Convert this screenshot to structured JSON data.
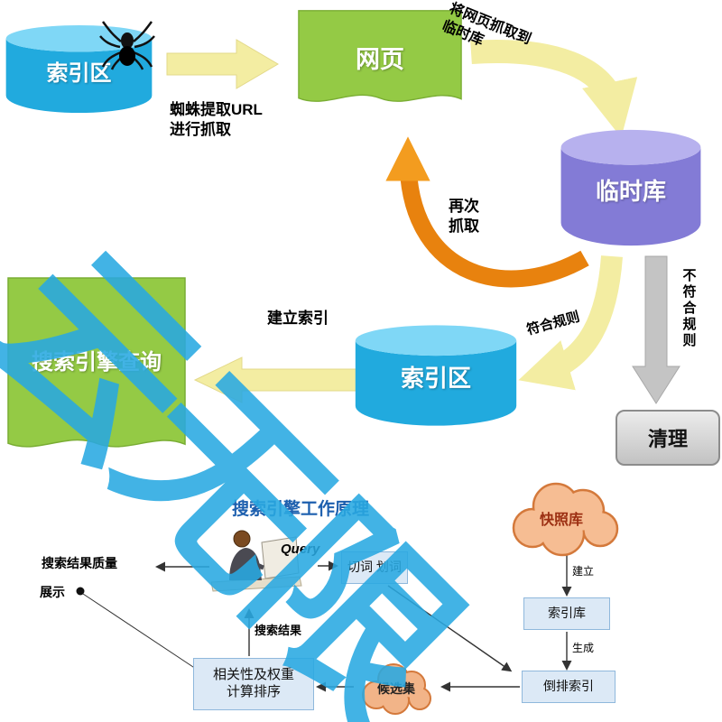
{
  "watermark": {
    "text": "云无限",
    "color": "#29a9e2"
  },
  "palette": {
    "cylinder_blue": "#21aade",
    "cylinder_purple": "#837bd6",
    "doc_green": "#94ca45",
    "arrow_yellow": "#f3eda2",
    "arrow_orange": "#e8820e",
    "arrow_gray": "#c4c4c4",
    "cloud_salmon": "#f6bd93",
    "box_blue_bg": "#dce9f6"
  },
  "top": {
    "index_db_left": "索引区",
    "webpage": "网页",
    "temp_db": "临时库",
    "index_db_mid": "索引区",
    "search_query_doc": "搜索引擎查询",
    "clean": "清理",
    "crawl_line1": "将网页抓取到",
    "crawl_line2": "临时库",
    "spider_line1": "蜘蛛提取URL",
    "spider_line2": "进行抓取",
    "recrawl": "再次抓取",
    "match_rule": "符合规则",
    "not_match_rule": "不符合规则",
    "build_index": "建立索引"
  },
  "bottom": {
    "title": "搜索引擎工作原理",
    "query": "Query",
    "word_segment": "切词 划词",
    "snapshot_db": "快照库",
    "index_db": "索引库",
    "inverted_index": "倒排索引",
    "candidate_set": "候选集",
    "rank_line1": "相关性及权重",
    "rank_line2": "计算排序",
    "build": "建立",
    "generate": "生成",
    "search_result": "搜索结果",
    "result_quality": "搜索结果质量",
    "display": "展示"
  }
}
